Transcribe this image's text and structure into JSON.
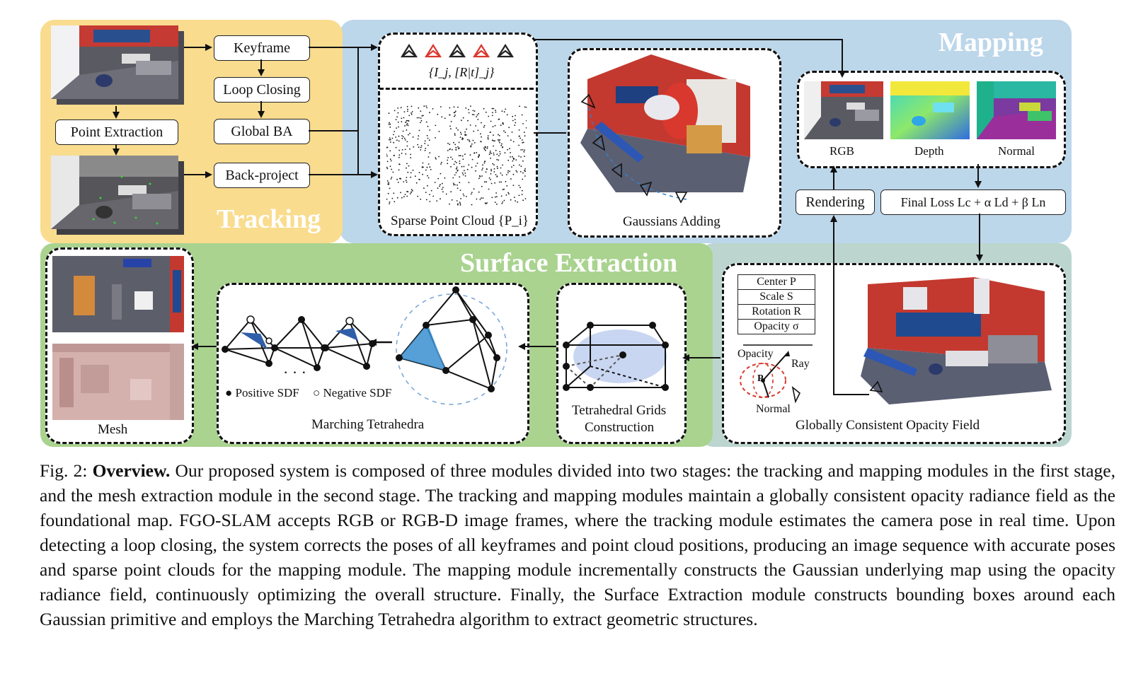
{
  "colors": {
    "tracking_bg": "#f9dc8e",
    "mapping_bg": "#bcd6ea",
    "surface_bg": "#a9d38f",
    "opacity_bg": "#bcd6cf",
    "text_white": "#ffffff",
    "accent_red": "#d9382e",
    "accent_blue": "#3a7fc4"
  },
  "tracking": {
    "title": "Tracking",
    "keyframe": "Keyframe",
    "loop_closing": "Loop Closing",
    "global_ba": "Global BA",
    "point_extraction": "Point Extraction",
    "back_project": "Back-project"
  },
  "mapping": {
    "title": "Mapping",
    "pose_formula": "{I_j, [R|t]_j}",
    "sparse_point_cloud": "Sparse Point Cloud {P_i}",
    "gaussians_adding": "Gaussians Adding",
    "rgb": "RGB",
    "depth": "Depth",
    "normal": "Normal",
    "rendering": "Rendering",
    "final_loss": "Final Loss  Lc + α Ld + β Ln"
  },
  "surface": {
    "title": "Surface Extraction",
    "mesh": "Mesh",
    "marching_tetrahedra": "Marching Tetrahedra",
    "positive_sdf": "Positive SDF",
    "negative_sdf": "Negative SDF",
    "ellipsis": "· · ·",
    "tet_grids_line1": "Tetrahedral Grids",
    "tet_grids_line2": "Construction"
  },
  "opacity_field": {
    "title": "Globally Consistent Opacity Field",
    "center": "Center P",
    "scale": "Scale S",
    "rotation": "Rotation R",
    "opacity": "Opacity σ",
    "opacity_label": "Opacity",
    "ray": "Ray",
    "normal": "Normal",
    "p": "P"
  },
  "caption": {
    "label": "Fig. 2: ",
    "bold": "Overview.",
    "text": " Our proposed system is composed of three modules divided into two stages: the tracking and mapping modules in the first stage, and the mesh extraction module in the second stage. The tracking and mapping modules maintain a globally consistent opacity radiance field as the foundational map. FGO-SLAM accepts RGB or RGB-D image frames, where the tracking module estimates the camera pose in real time. Upon detecting a loop closing, the system corrects the poses of all keyframes and point cloud positions, producing an image sequence with accurate poses and sparse point clouds for the mapping module. The mapping module incrementally constructs the Gaussian underlying map using the opacity radiance field, continuously optimizing the overall structure. Finally, the Surface Extraction module constructs bounding boxes around each Gaussian primitive and employs the Marching Tetrahedra algorithm to extract geometric structures."
  }
}
